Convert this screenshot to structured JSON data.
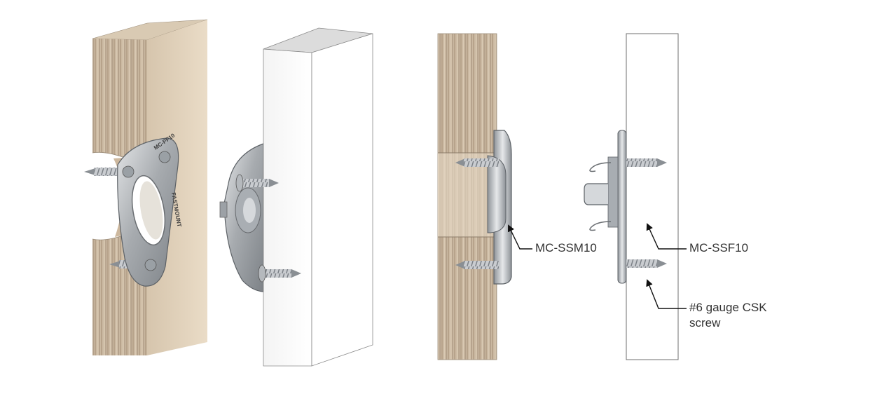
{
  "diagram": {
    "callouts": {
      "ssm": "MC-SSM10",
      "ssf": "MC-SSF10",
      "screw_line1": "#6 gauge CSK",
      "screw_line2": "screw"
    },
    "stamps": {
      "part_code": "MC-PF10",
      "brand": "FASTMOUNT"
    },
    "colors": {
      "wood_light": "#e2d3bd",
      "wood_dark": "#b9a892",
      "panel_white": "#ffffff",
      "metal": "#b9bcbf",
      "outline": "#6a6a6a"
    }
  }
}
